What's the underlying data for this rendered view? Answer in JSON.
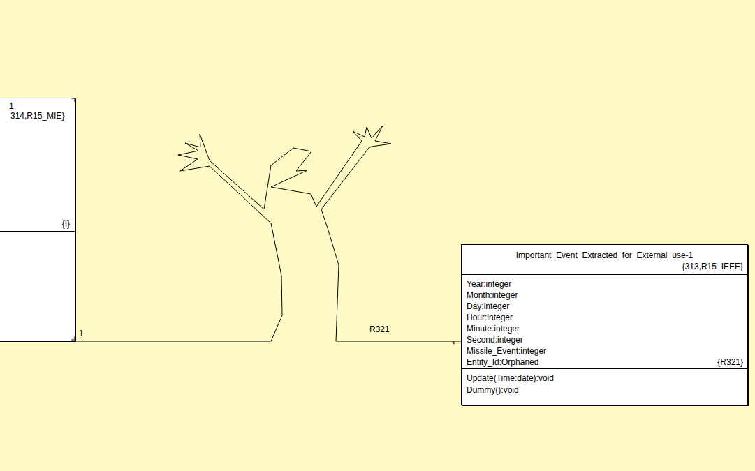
{
  "diagram": {
    "nodes": [
      {
        "text": [
          "1",
          "314,R15_MIE}",
          "{I}"
        ]
      },
      {
        "text": [
          "Important_Event_Extracted_for_External_use-1",
          "{313,R15_IEEE}",
          "Year:integer",
          "Month:integer",
          "Day:integer",
          "Hour:integer",
          "Minute:integer",
          "Second:integer",
          "Missile_Event:integer",
          "Entity_Id:Orphaned",
          "{R321}",
          "Update(Time:date):void",
          "Dummy():void"
        ]
      }
    ],
    "edges": [
      {
        "from": 0,
        "to": 1,
        "arrow": "none",
        "label": "R321"
      }
    ],
    "labels": [
      "1",
      "*"
    ]
  }
}
